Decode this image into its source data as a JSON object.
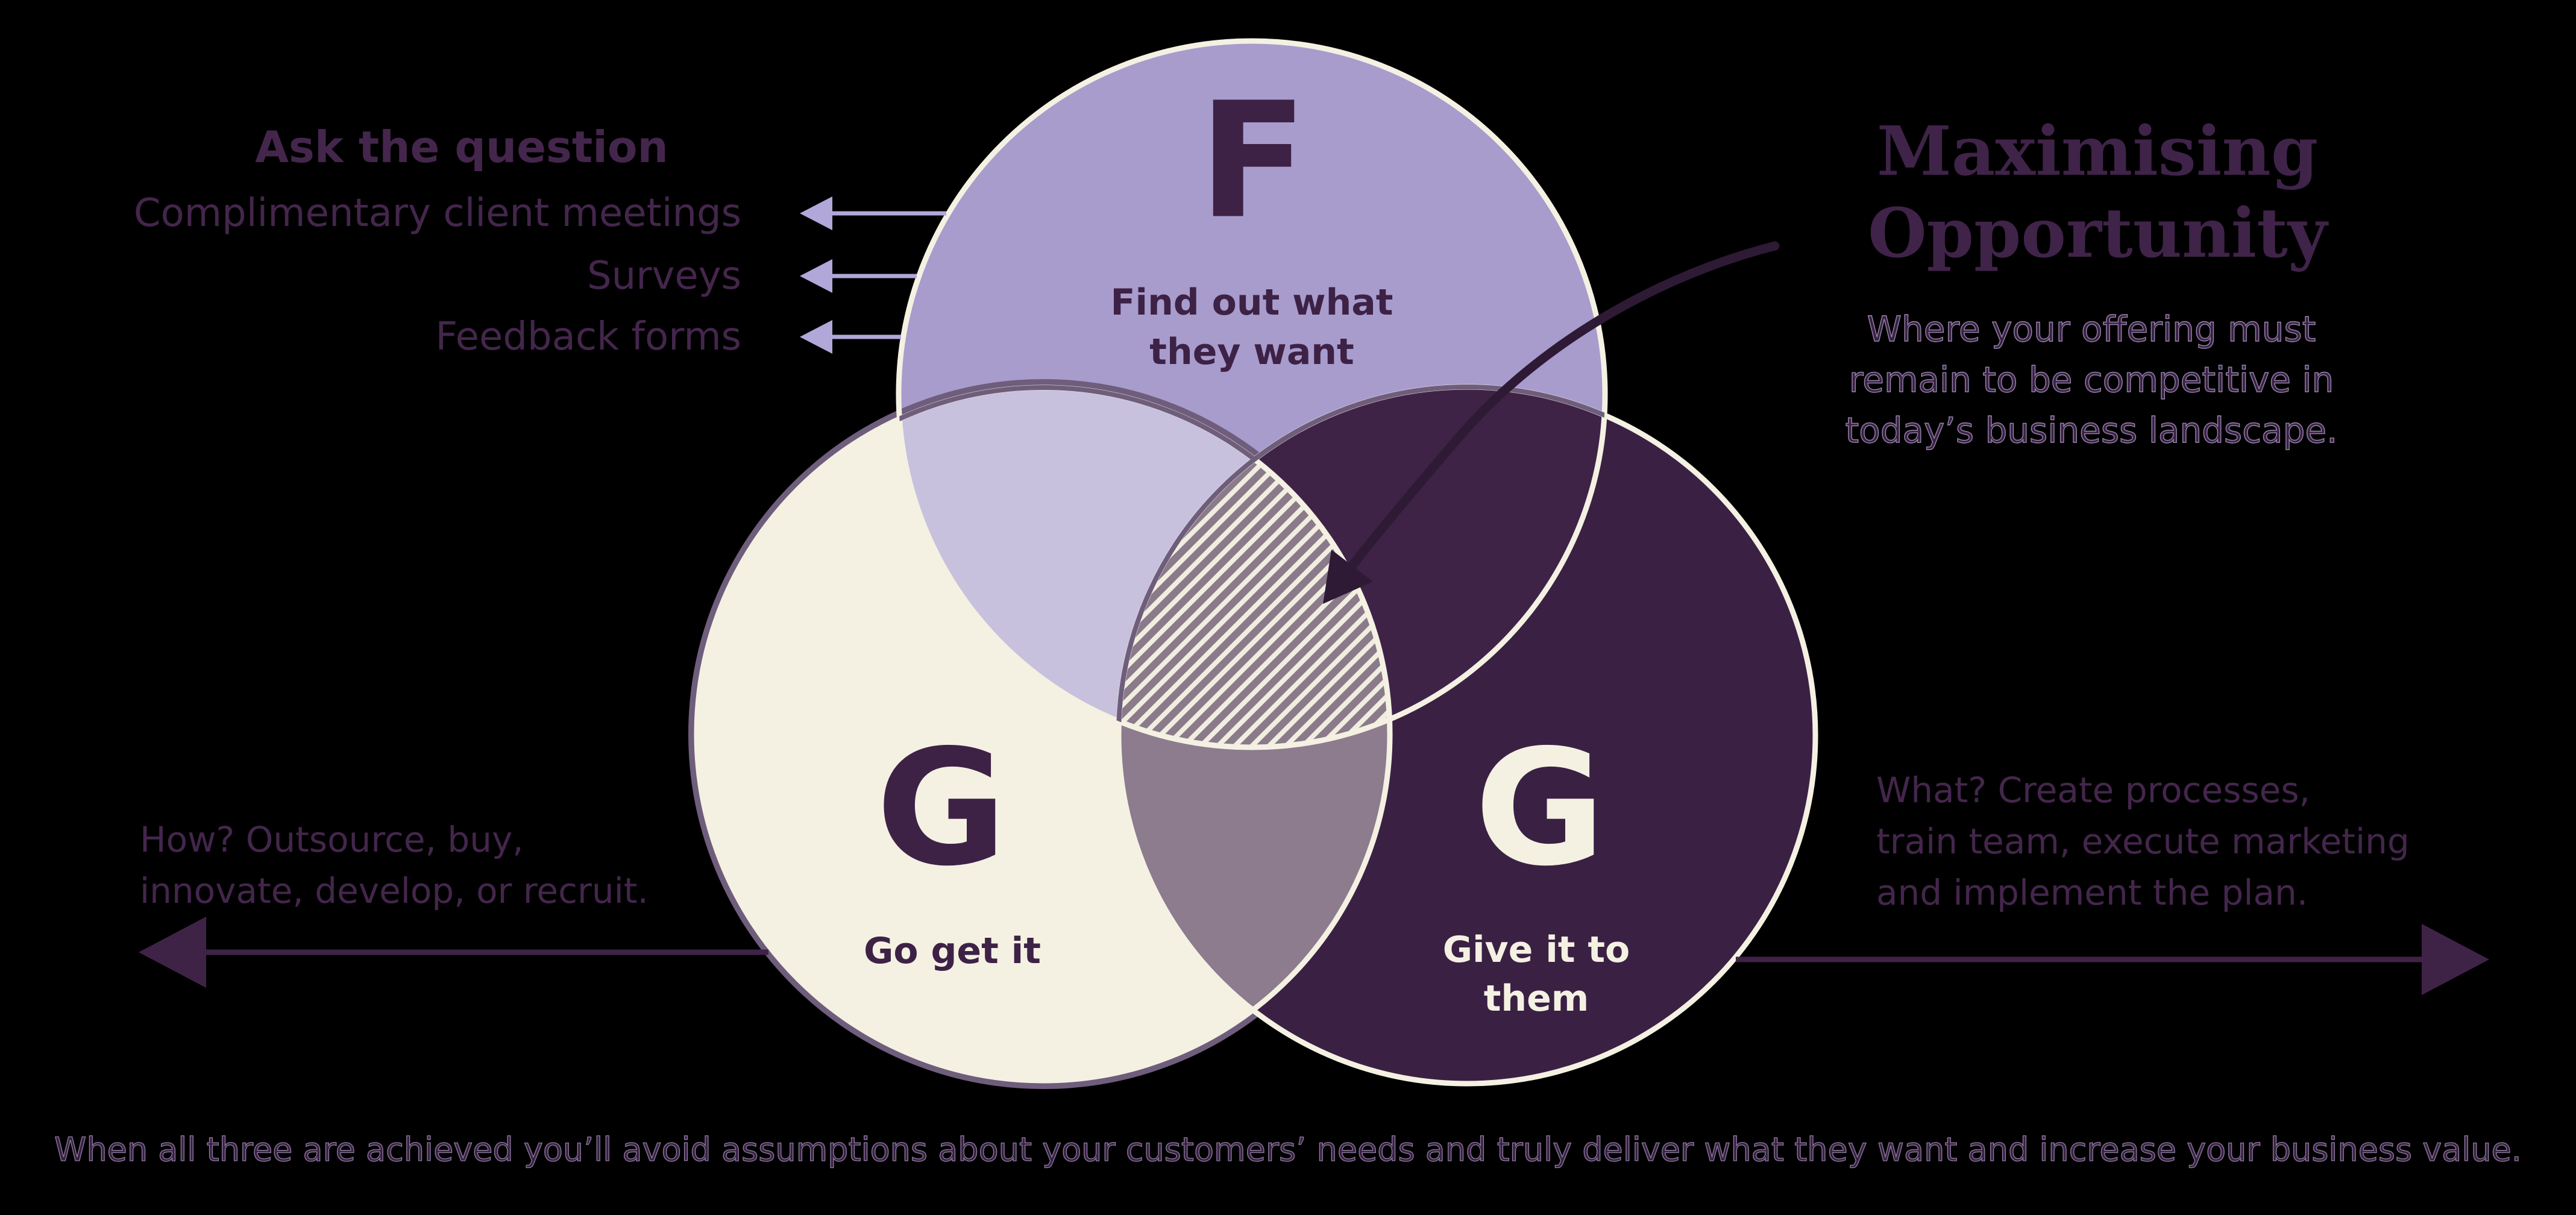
{
  "colors": {
    "background": "#000000",
    "circle_find_fill": "#a89ccd",
    "circle_go_fill": "#f4f1e3",
    "circle_give_fill": "#3a2143",
    "overlap_find_go": "#c7c1de",
    "overlap_go_give": "#8d7b8e",
    "hatch_base": "#8a7a8a",
    "hatch_stripe": "#f1eee1",
    "circle_outline_cream": "#f4f1e3",
    "circle_outline_mauve": "#6f5d7c",
    "ink_dark_purple": "#3d2246",
    "ink_dim_purple": "#44264c",
    "arrow_lavender": "#b2a7d9",
    "arrow_dark": "#3f2347",
    "curve_arrow": "#2e1a35"
  },
  "left_panel": {
    "heading": "Ask the question",
    "items": [
      "Complimentary client meetings",
      "Surveys",
      "Feedback forms"
    ]
  },
  "venn": {
    "top": {
      "letter": "F",
      "label_lines": [
        "Find out what",
        "they want"
      ]
    },
    "left": {
      "letter": "G",
      "label": "Go get it"
    },
    "right": {
      "letter": "G",
      "label_lines": [
        "Give it to",
        "them"
      ]
    }
  },
  "maximising": {
    "heading_lines": [
      "Maximising",
      "Opportunity"
    ],
    "body_lines": [
      "Where your offering must",
      "remain to be competitive in",
      "today’s business landscape."
    ]
  },
  "how_panel": {
    "lines": [
      "How? Outsource, buy,",
      "innovate, develop, or recruit."
    ]
  },
  "what_panel": {
    "lines": [
      "What? Create processes,",
      "train team, execute marketing",
      "and implement the plan."
    ]
  },
  "caption": "When all three are achieved you’ll avoid assumptions about your customers’ needs and truly deliver what they want and increase your business value."
}
